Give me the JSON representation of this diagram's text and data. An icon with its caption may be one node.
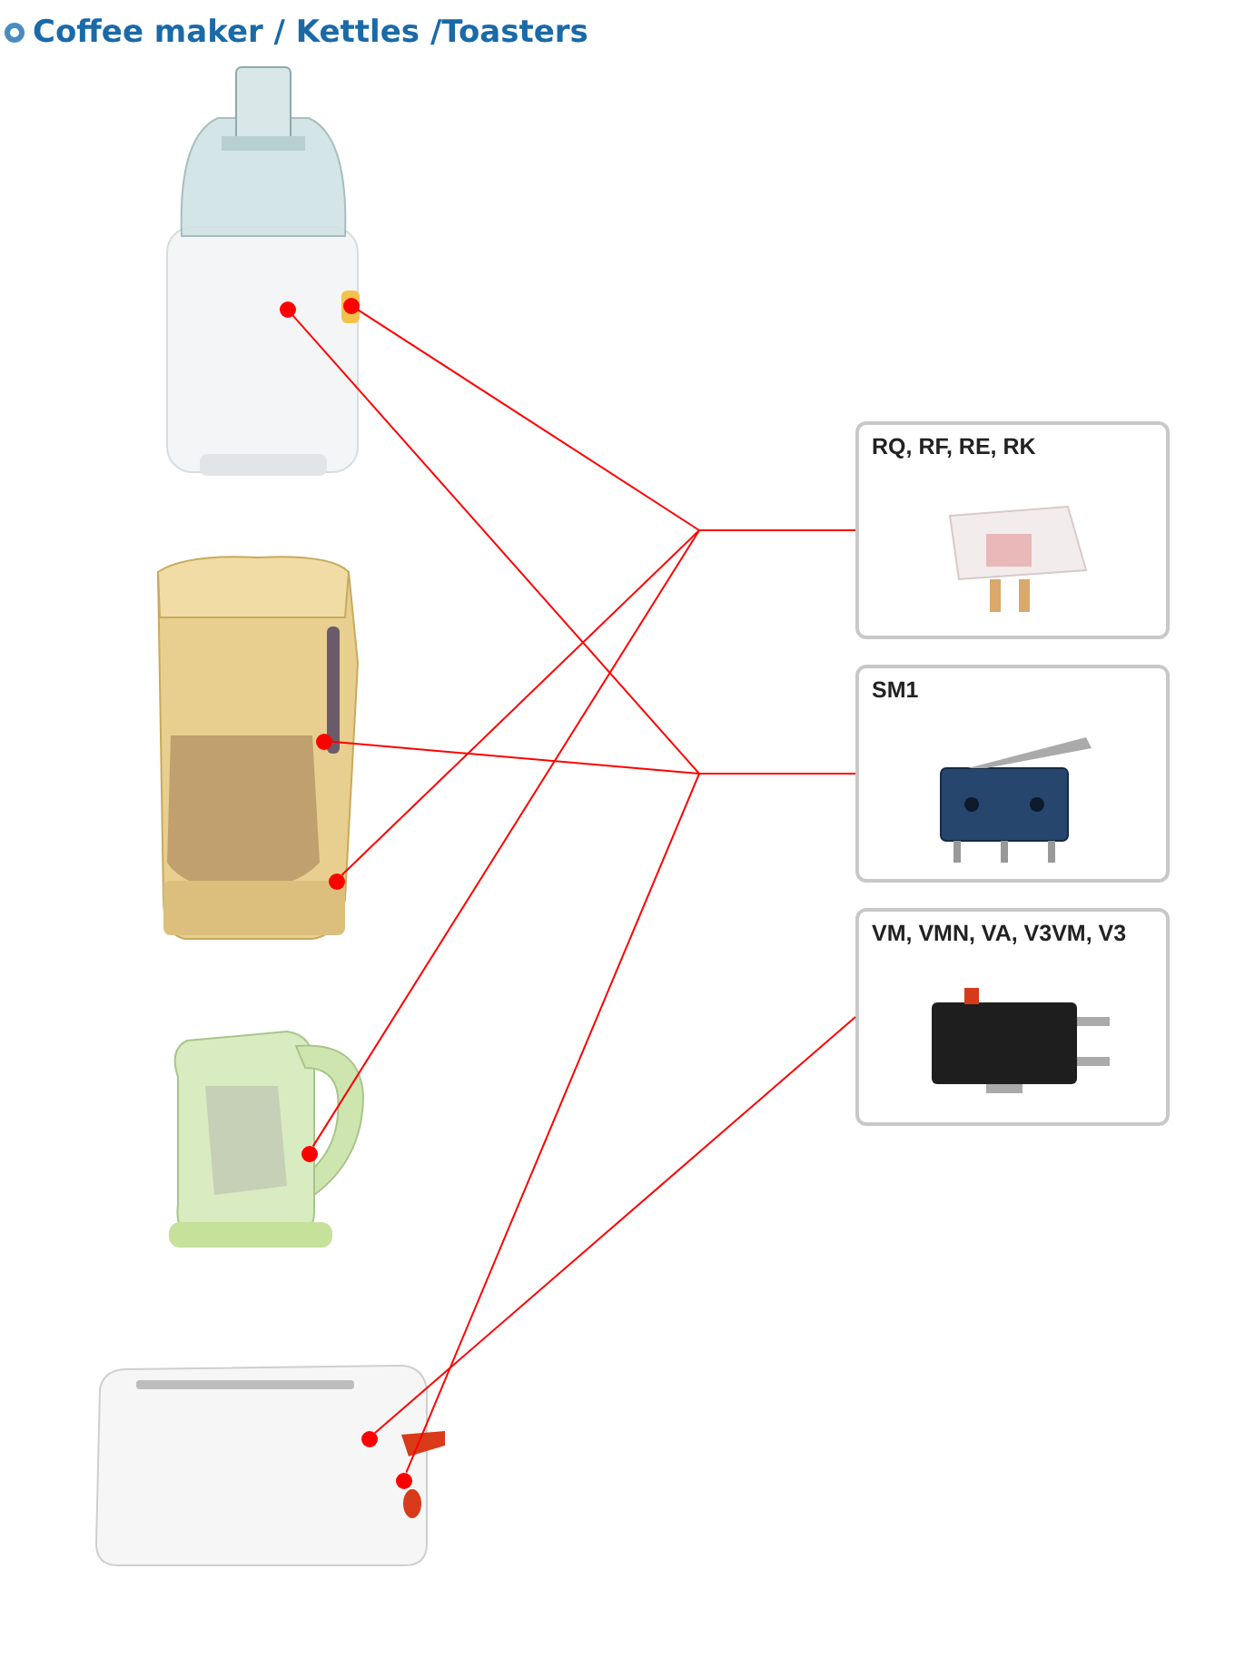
{
  "diagram": {
    "title": "Coffee maker / Kettles /Toasters",
    "nodes": [
      {
        "text": [],
        "shape": "picture"
      },
      {
        "text": [],
        "shape": "circle",
        "in": 0
      },
      {
        "text": [],
        "shape": "circle",
        "in": 0
      },
      {
        "text": [
          "RQ, RF, RE, RK"
        ]
      },
      {
        "text": [
          "SM1"
        ]
      },
      {
        "text": [],
        "shape": "picture"
      },
      {
        "text": [],
        "shape": "circle",
        "in": 5
      },
      {
        "text": [],
        "shape": "circle",
        "in": 5
      },
      {
        "text": [
          "VM, VMN, VA, V3VM, V3"
        ]
      },
      {
        "text": [],
        "shape": "picture"
      },
      {
        "text": [],
        "shape": "circle",
        "in": 9
      },
      {
        "text": [],
        "shape": "picture"
      },
      {
        "text": [],
        "shape": "circle",
        "in": 11
      },
      {
        "text": [],
        "shape": "circle",
        "in": 11
      }
    ],
    "edges": [
      {
        "from": 3,
        "to": 2,
        "arrow": "none"
      },
      {
        "from": 3,
        "to": 7,
        "arrow": "none"
      },
      {
        "from": 3,
        "to": 10,
        "arrow": "none"
      },
      {
        "from": 4,
        "to": 1,
        "arrow": "none"
      },
      {
        "from": 4,
        "to": 6,
        "arrow": "none"
      },
      {
        "from": 4,
        "to": 13,
        "arrow": "none"
      },
      {
        "from": 8,
        "to": 12,
        "arrow": "none"
      }
    ]
  }
}
